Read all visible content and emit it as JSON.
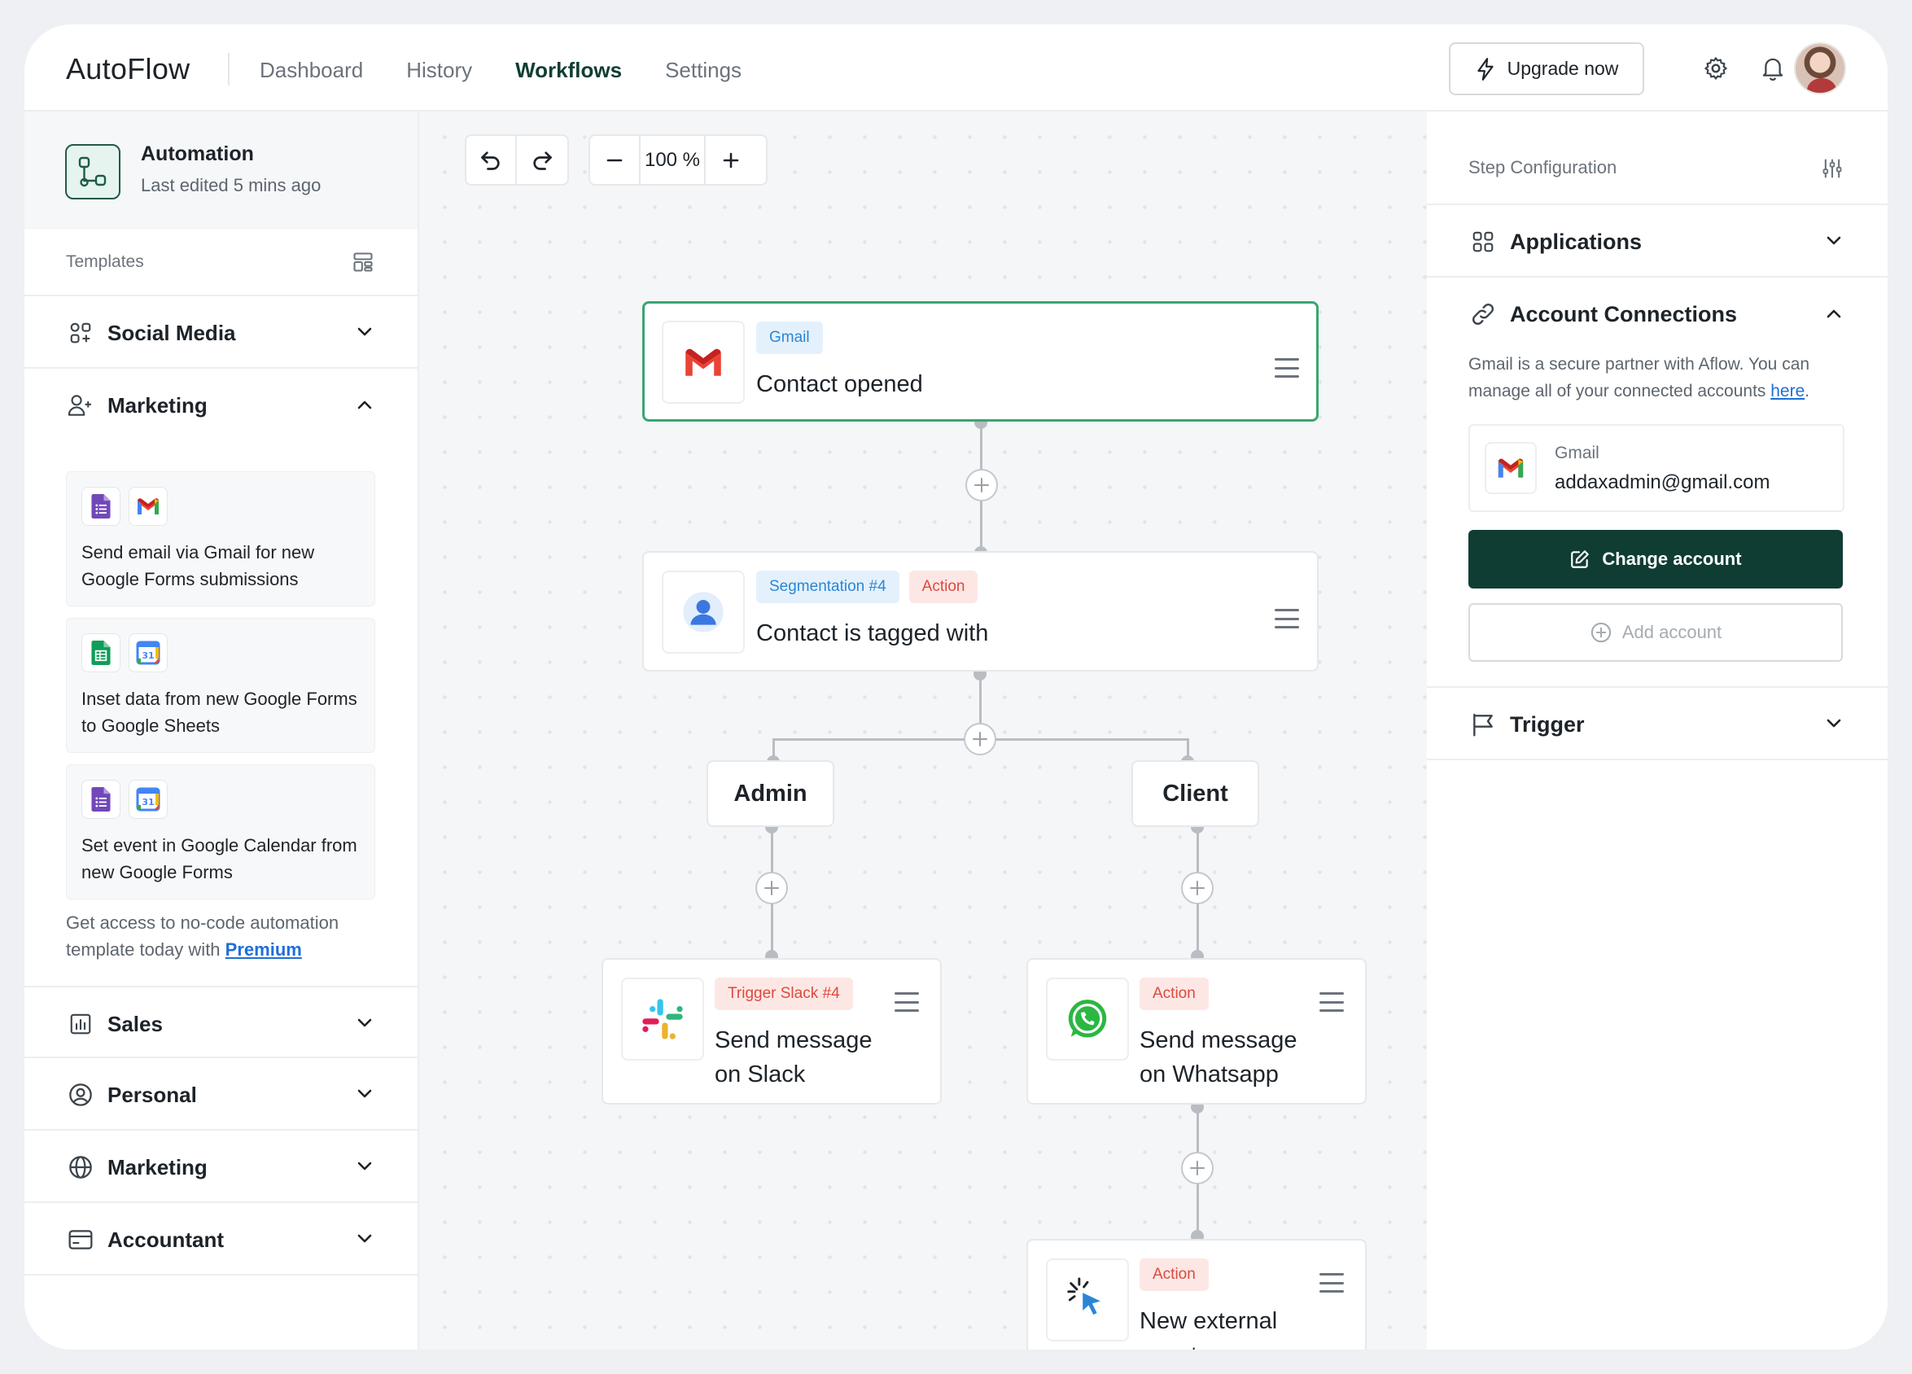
{
  "app": {
    "logo": "AutoFlow",
    "nav": [
      "Dashboard",
      "History",
      "Workflows",
      "Settings"
    ],
    "active_nav": "Workflows",
    "upgrade_label": "Upgrade now"
  },
  "automation": {
    "title": "Automation",
    "subtitle": "Last edited 5 mins ago"
  },
  "sidebar": {
    "templates_label": "Templates",
    "sections_top": [
      {
        "label": "Social Media",
        "icon": "grid-icon",
        "expanded": false
      },
      {
        "label": "Marketing",
        "icon": "user-plus-icon",
        "expanded": true
      }
    ],
    "templates": [
      {
        "text": "Send email via Gmail for new Google Forms submissions",
        "apps": [
          "google-forms-icon",
          "gmail-icon"
        ]
      },
      {
        "text": "Inset data from new Google Forms to Google Sheets",
        "apps": [
          "google-sheets-icon",
          "google-calendar-icon"
        ]
      },
      {
        "text": "Set event in Google Calendar from new Google Forms",
        "apps": [
          "google-forms-icon",
          "google-calendar-icon"
        ]
      }
    ],
    "premium_note_prefix": "Get access to no-code automation template today with",
    "premium_link": "Premium",
    "sections_bottom": [
      {
        "label": "Sales",
        "icon": "bar-chart-icon"
      },
      {
        "label": "Personal",
        "icon": "user-circle-icon"
      },
      {
        "label": "Marketing",
        "icon": "globe-icon"
      },
      {
        "label": "Accountant",
        "icon": "card-icon"
      }
    ]
  },
  "canvas": {
    "zoom": "100 %",
    "nodes": {
      "gmail": {
        "tags": [
          "Gmail"
        ],
        "title": "Contact opened"
      },
      "segment": {
        "tags": [
          "Segmentation #4",
          "Action"
        ],
        "title": "Contact is tagged with"
      },
      "admin": {
        "label": "Admin"
      },
      "client": {
        "label": "Client"
      },
      "slack": {
        "tags": [
          "Trigger Slack #4"
        ],
        "title_line1": "Send message",
        "title_line2": "on Slack"
      },
      "whatsapp": {
        "tags": [
          "Action"
        ],
        "title_line1": "Send message",
        "title_line2": "on Whatsapp"
      },
      "external": {
        "tags": [
          "Action"
        ],
        "title_line1": "New external",
        "title_line2": "event"
      }
    }
  },
  "right_panel": {
    "header": "Step Configuration",
    "applications_label": "Applications",
    "connections_label": "Account Connections",
    "connections_desc": "Gmail is a secure partner with Aflow. You can manage all of your connected accounts",
    "connections_link": "here",
    "account": {
      "service": "Gmail",
      "email": "addaxadmin@gmail.com"
    },
    "change_label": "Change account",
    "add_label": "Add account",
    "trigger_label": "Trigger"
  },
  "colors": {
    "brand": "#0f3d34",
    "selected_border": "#3aa672",
    "tag_blue": "#2a86d4",
    "tag_red": "#dc4a3d",
    "link": "#1f6fd6"
  }
}
